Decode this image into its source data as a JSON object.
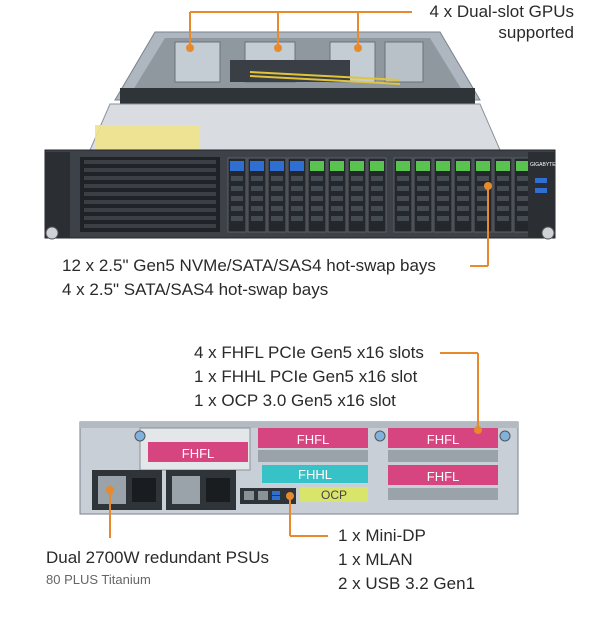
{
  "front": {
    "gpu_note_line1": "4 x Dual-slot GPUs",
    "gpu_note_line2": "supported",
    "bays_line1": "12 x 2.5\" Gen5 NVMe/SATA/SAS4 hot-swap bays",
    "bays_line2": "4 x 2.5\" SATA/SAS4 hot-swap bays",
    "brand": "GIGABYTE"
  },
  "rear": {
    "slots_line1": "4 x FHFL PCIe Gen5 x16 slots",
    "slots_line2": "1 x FHHL PCIe Gen5 x16 slot",
    "slots_line3": "1 x OCP 3.0 Gen5 x16 slot",
    "io_line1": "1 x Mini-DP",
    "io_line2": "1 x MLAN",
    "io_line3": "2 x USB 3.2 Gen1",
    "psu_line1": "Dual 2700W redundant PSUs",
    "psu_line2": "80 PLUS Titanium",
    "card_fhfl": "FHFL",
    "card_fhhl": "FHHL",
    "card_ocp": "OCP"
  },
  "colors": {
    "callout": "#e8892b",
    "chassis": "#c9cfd6",
    "fhfl": "#d6457f",
    "fhhl": "#36c2c7",
    "ocp": "#d8e46a",
    "nvme_tab": "#58c34f",
    "sata_tab": "#2f6fd1"
  }
}
